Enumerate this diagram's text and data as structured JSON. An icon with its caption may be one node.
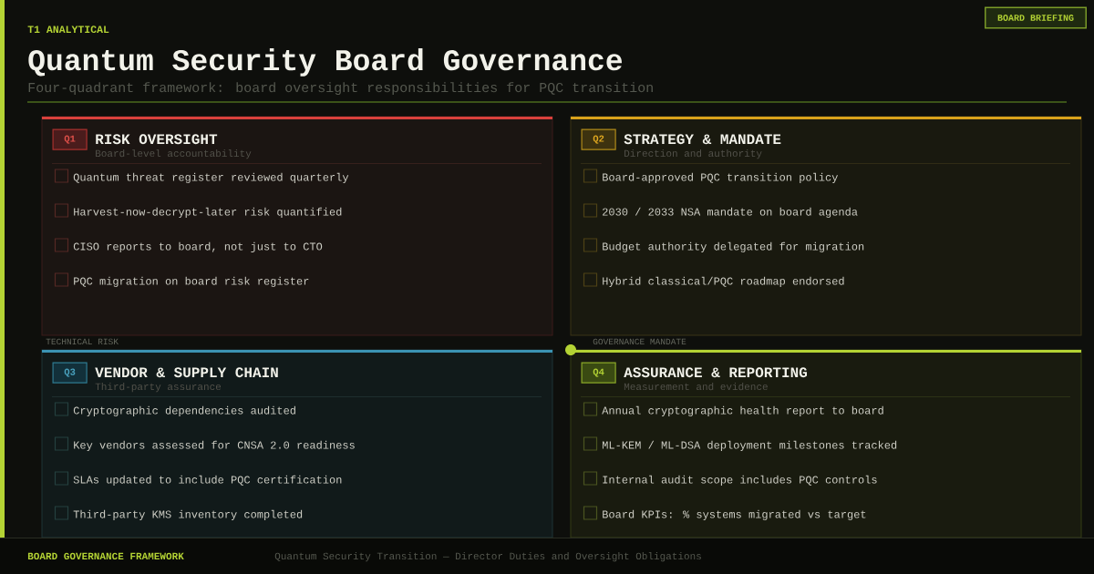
{
  "diagram": {
    "title": "Quantum Security Board Governance",
    "nodes": [
      {
        "text": [
          "BOARD BRIEFING"
        ]
      },
      {
        "text": [
          "RISK OVERSIGHT",
          "Board-level accountability",
          "Quantum threat register reviewed quarterly",
          "Harvest-now-decrypt-later risk quantified",
          "CISO reports to board, not just to CTO",
          "PQC migration on board risk register"
        ]
      },
      {
        "text": [
          "Q1"
        ],
        "in": 1
      },
      {
        "text": [
          "STRATEGY & MANDATE",
          "Direction and authority",
          "Board-approved PQC transition policy",
          "2030 / 2033 NSA mandate on board agenda",
          "Budget authority delegated for migration",
          "Hybrid classical/PQC roadmap endorsed"
        ]
      },
      {
        "text": [
          "Q2"
        ],
        "in": 3
      },
      {
        "text": [
          "VENDOR & SUPPLY CHAIN",
          "Third-party assurance",
          "Cryptographic dependencies audited",
          "Key vendors assessed for CNSA 2.0 readiness",
          "SLAs updated to include PQC certification",
          "Third-party KMS inventory completed"
        ]
      },
      {
        "text": [
          "Q3"
        ],
        "in": 5
      },
      {
        "text": [
          "ASSURANCE & REPORTING",
          "Measurement and evidence",
          "Annual cryptographic health report to board",
          "ML-KEM / ML-DSA deployment milestones tracked",
          "Internal audit scope includes PQC controls",
          "Board KPIs: % systems migrated vs target"
        ]
      },
      {
        "text": [
          "Q4"
        ],
        "in": 7
      }
    ],
    "labels": [
      "T1 ANALYTICAL",
      "Four-quadrant framework: board oversight responsibilities for PQC transition",
      "TECHNICAL RISK",
      "GOVERNANCE MANDATE",
      "BOARD GOVERNANCE FRAMEWORK",
      "Quantum Security Transition — Director Duties and Oversight Obligations"
    ]
  }
}
